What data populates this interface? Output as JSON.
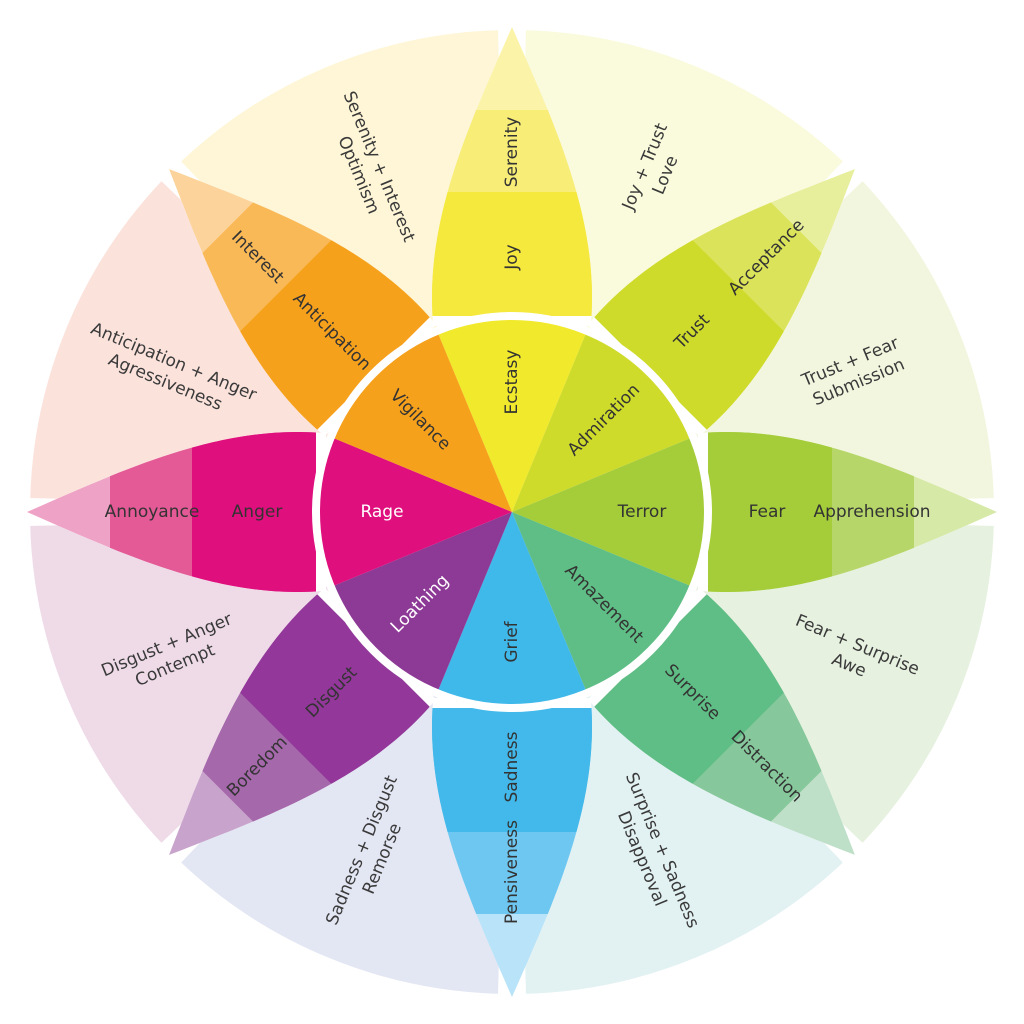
{
  "petals": [
    {
      "core": "Ecstasy",
      "mid": "Joy",
      "outer": "Serenity",
      "c_core": "#f1e92c",
      "c_mid": "#f4e93c",
      "c_outer": "#f7ed77",
      "c_tip": "#fbf3a8",
      "c_core_text": "#333333",
      "c_mid_text": "#333333",
      "c_outer_text": "#333333"
    },
    {
      "core": "Admiration",
      "mid": "Trust",
      "outer": "Acceptance",
      "c_core": "#cfdb2b",
      "c_mid": "#cfdb2b",
      "c_outer": "#dbe35a",
      "c_tip": "#e7ee9c",
      "c_core_text": "#333333",
      "c_mid_text": "#333333",
      "c_outer_text": "#333333"
    },
    {
      "core": "Terror",
      "mid": "Fear",
      "outer": "Apprehension",
      "c_core": "#a5cd3a",
      "c_mid": "#a5cd3a",
      "c_outer": "#b6d66a",
      "c_tip": "#d6e9a7",
      "c_core_text": "#333333",
      "c_mid_text": "#333333",
      "c_outer_text": "#333333"
    },
    {
      "core": "Amazement",
      "mid": "Surprise",
      "outer": "Distraction",
      "c_core": "#5fbe85",
      "c_mid": "#5fbe85",
      "c_outer": "#86c89b",
      "c_tip": "#bfe0c8",
      "c_core_text": "#333333",
      "c_mid_text": "#333333",
      "c_outer_text": "#333333"
    },
    {
      "core": "Grief",
      "mid": "Sadness",
      "outer": "Pensiveness",
      "c_core": "#3fb8ea",
      "c_mid": "#42b9ea",
      "c_outer": "#6ec7f0",
      "c_tip": "#b8e3f8",
      "c_core_text": "#333333",
      "c_mid_text": "#333333",
      "c_outer_text": "#333333"
    },
    {
      "core": "Loathing",
      "mid": "Disgust",
      "outer": "Boredom",
      "c_core": "#8d3a96",
      "c_mid": "#93379a",
      "c_outer": "#a568ab",
      "c_tip": "#c8a3cc",
      "c_core_text": "#ffffff",
      "c_mid_text": "#ffffff",
      "c_outer_text": "#ffffff"
    },
    {
      "core": "Rage",
      "mid": "Anger",
      "outer": "Annoyance",
      "c_core": "#df0f7d",
      "c_mid": "#df0f7d",
      "c_outer": "#e35a97",
      "c_tip": "#eea2c5",
      "c_core_text": "#ffffff",
      "c_mid_text": "#ffffff",
      "c_outer_text": "#ffffff"
    },
    {
      "core": "Vigilance",
      "mid": "Anticipation",
      "outer": "Interest",
      "c_core": "#f6a11c",
      "c_mid": "#f6a11c",
      "c_outer": "#f9b957",
      "c_tip": "#fcd39a",
      "c_core_text": "#333333",
      "c_mid_text": "#333333",
      "c_outer_text": "#333333"
    }
  ],
  "dyads": [
    {
      "line1": "Joy + Trust",
      "line2": "Love",
      "color": "#fafadc"
    },
    {
      "line1": "Trust + Fear",
      "line2": "Submission",
      "color": "#f3f6df"
    },
    {
      "line1": "Fear + Surprise",
      "line2": "Awe",
      "color": "#e6f1e0"
    },
    {
      "line1": "Surprise + Sadness",
      "line2": "Disapproval",
      "color": "#e2f1f2"
    },
    {
      "line1": "Sadness + Disgust",
      "line2": "Remorse",
      "color": "#e3e6f3"
    },
    {
      "line1": "Disgust + Anger",
      "line2": "Contempt",
      "color": "#efdbe8"
    },
    {
      "line1": "Anticipation + Anger",
      "line2": "Agressiveness",
      "color": "#fbe3dc"
    },
    {
      "line1": "Serenity + Interest",
      "line2": "Optimism",
      "color": "#fef6d6"
    }
  ]
}
